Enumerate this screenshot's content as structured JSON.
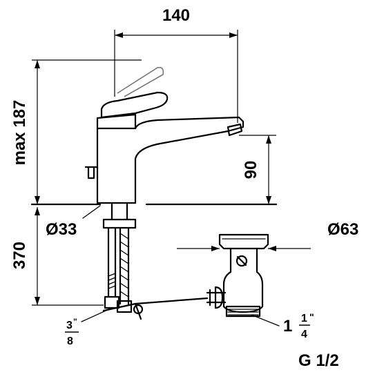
{
  "dimensions": {
    "width_top": "140",
    "height_total": "max 187",
    "spout_height": "90",
    "base_diameter": "Ø33",
    "supply_length": "370",
    "waste_diameter": "Ø63",
    "waste_thread_whole": "1",
    "waste_thread_num": "1",
    "waste_thread_den": "4",
    "waste_thread_unit": "\"",
    "supply_thread_num": "3",
    "supply_thread_unit": "\"",
    "supply_thread_den": "8",
    "connection_thread": "G 1/2"
  }
}
